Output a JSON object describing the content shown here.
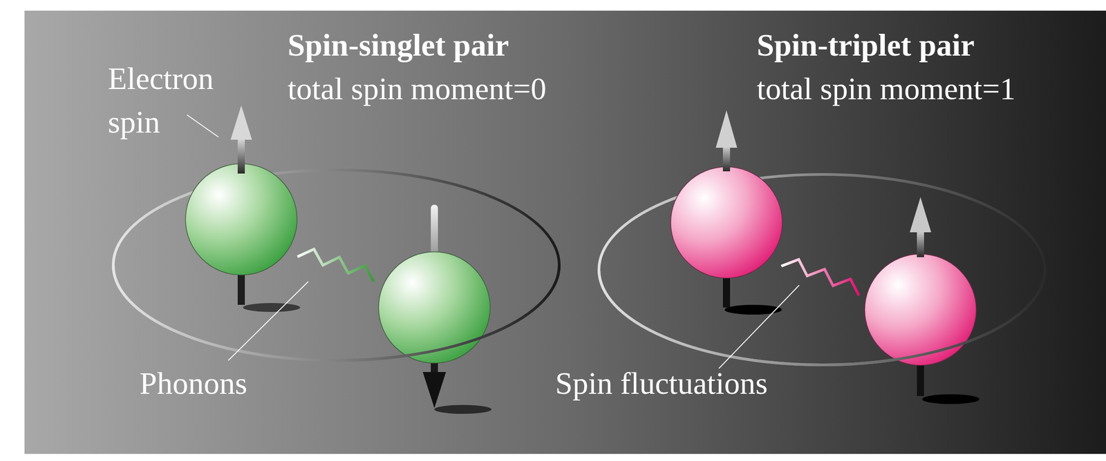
{
  "diagram": {
    "labels": [
      "Spin-singlet pair",
      "total spin moment=0",
      "Spin-triplet pair",
      "total spin moment=1",
      "Electron spin",
      "Phonons",
      "Spin fluctuations"
    ]
  }
}
